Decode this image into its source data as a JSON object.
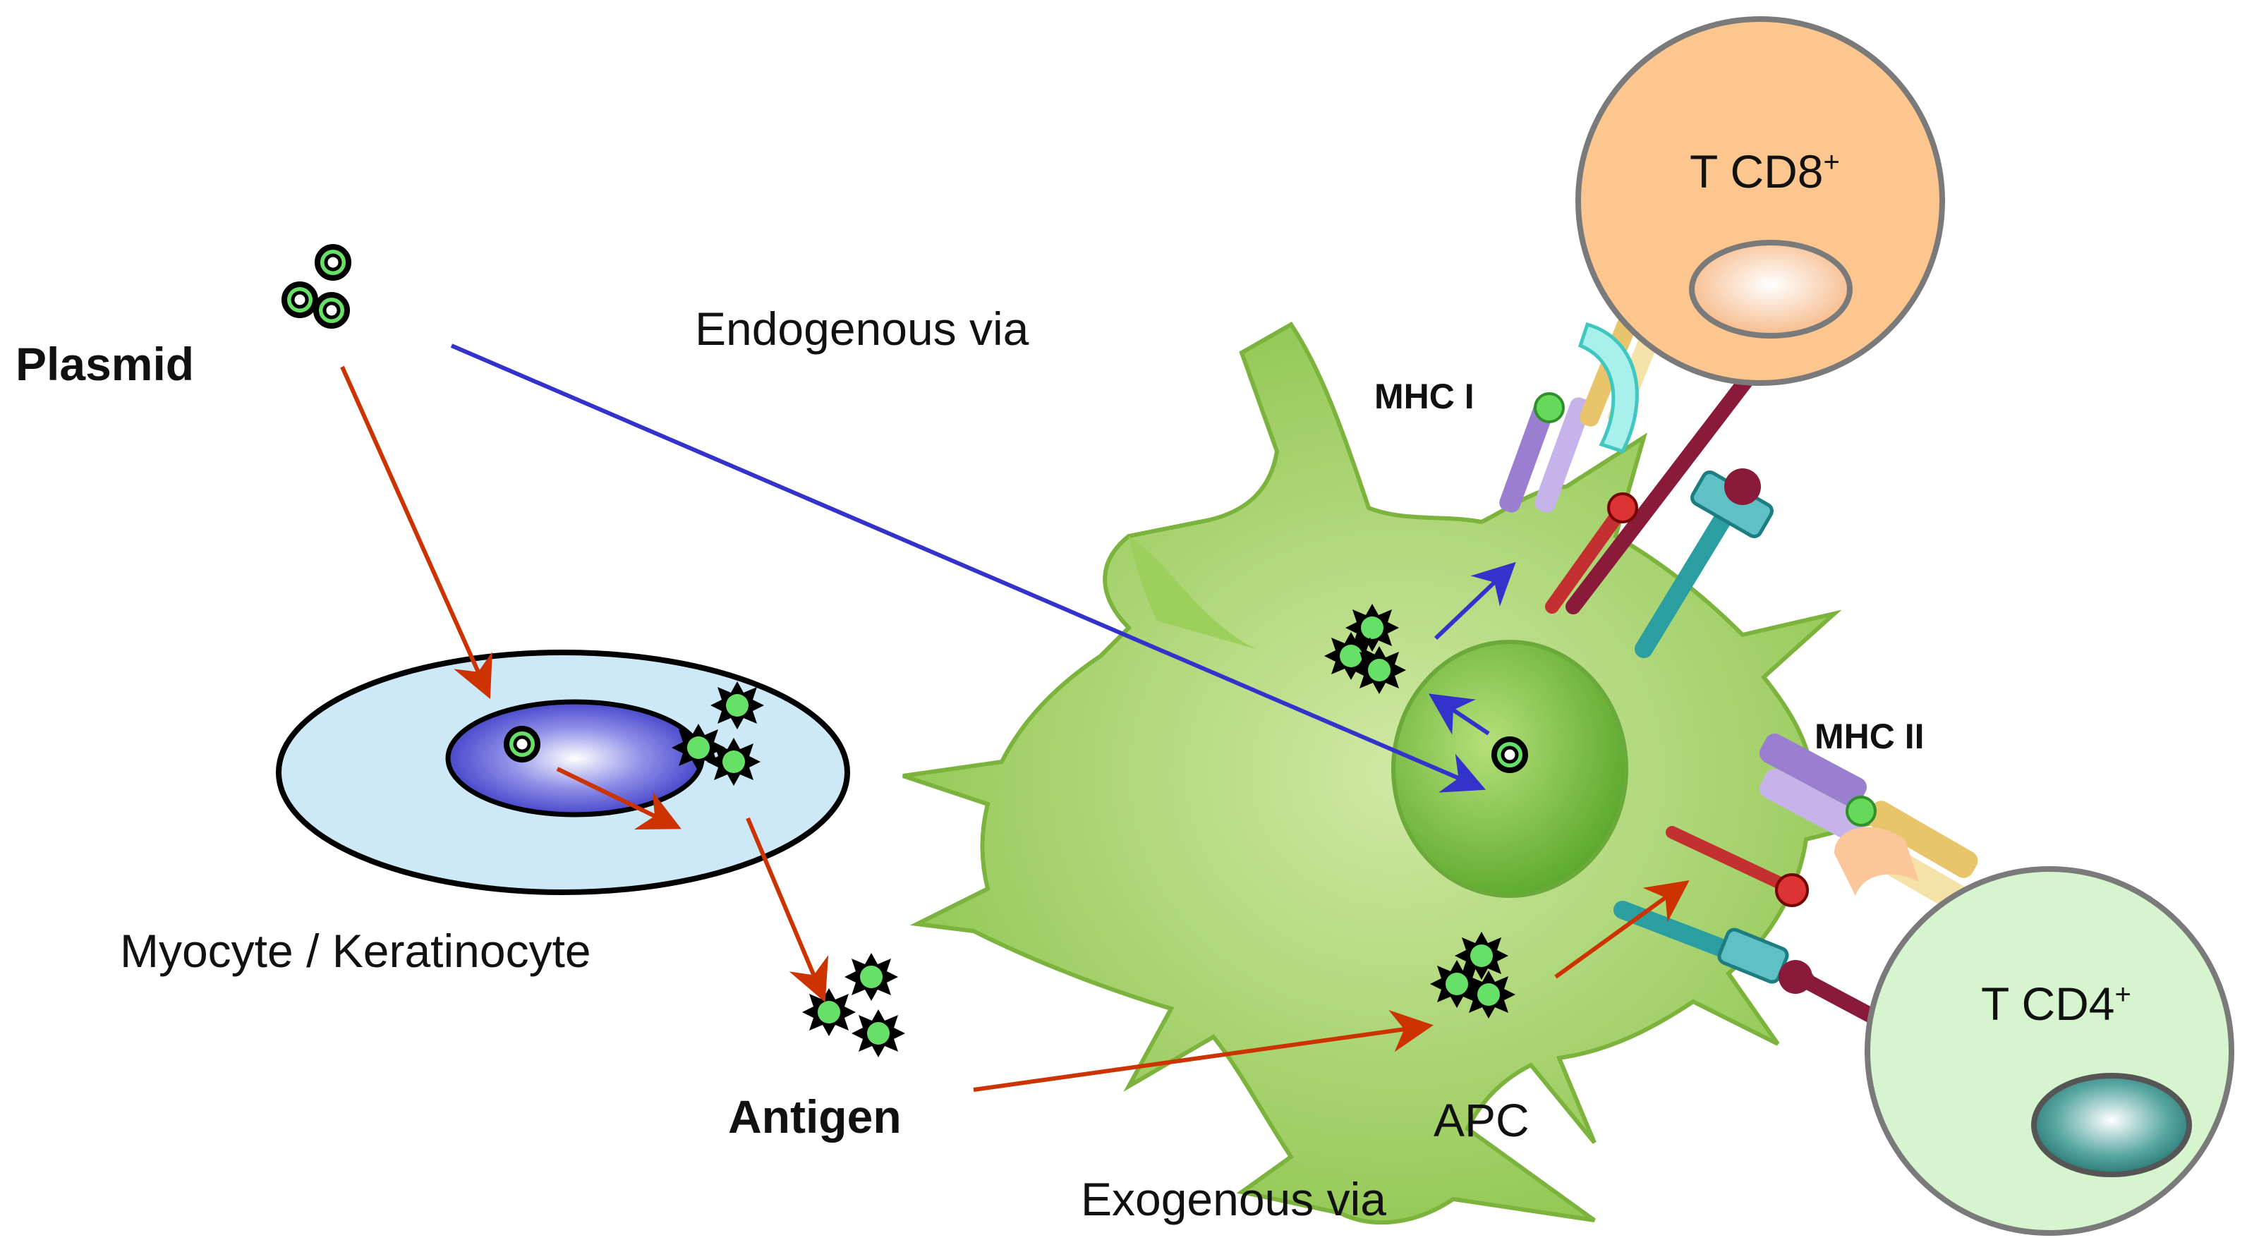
{
  "labels": {
    "plasmid": "Plasmid",
    "endogenous": "Endogenous via",
    "exogenous": "Exogenous via",
    "host_cell": "Myocyte / Keratinocyte",
    "antigen": "Antigen",
    "apc": "APC",
    "mhc1": "MHC I",
    "mhc2": "MHC II",
    "tcd8": "T CD8",
    "tcd4": "T CD4",
    "plus": "+"
  },
  "colors": {
    "endogenous_arrow": "#3333cc",
    "exogenous_arrow": "#cc3300",
    "apc_body": "#8cc63f",
    "host_cell": "#cde9f7",
    "nucleus": "#3a3ad0",
    "tcd8_cell": "#fcc68e",
    "tcd4_cell": "#d6f5cf",
    "antigen_fill": "#66e066"
  }
}
